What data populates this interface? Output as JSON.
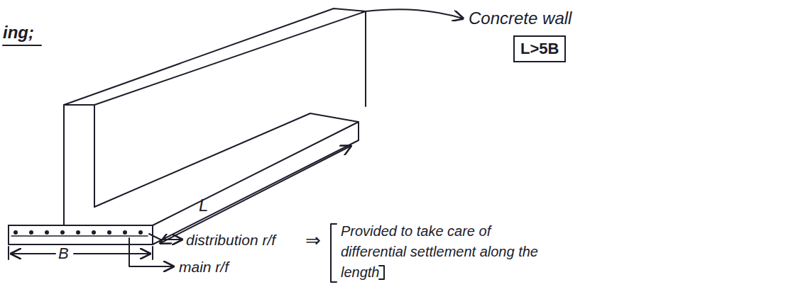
{
  "diagram": {
    "nodes": [
      {
        "text": [
          "L>5B"
        ]
      }
    ],
    "labels": [
      "ing;",
      "Concrete wall",
      "L",
      "B",
      "distribution r/f",
      "main r/f",
      "⇒",
      "Provided to take care of differential settlement along the length"
    ]
  }
}
